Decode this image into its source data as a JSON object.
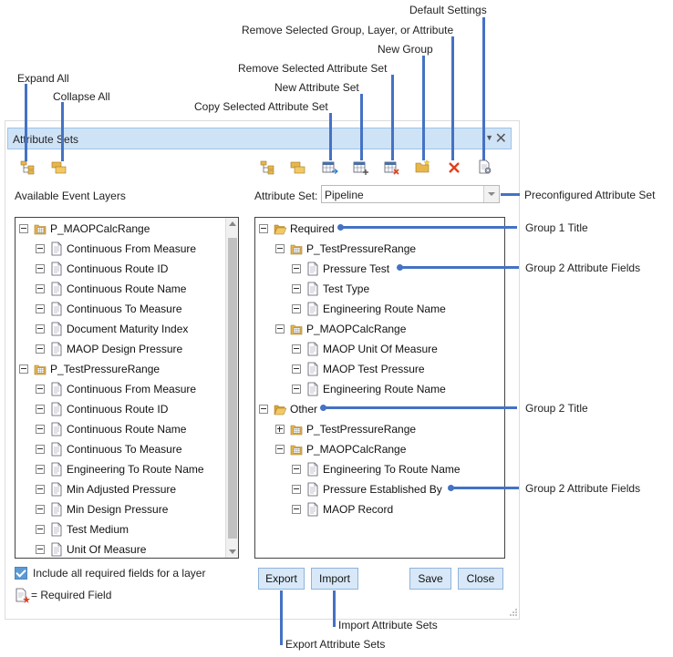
{
  "panel": {
    "title": "Attribute Sets",
    "available_layers_label": "Available Event Layers",
    "attribute_set_label": "Attribute Set:",
    "attribute_set_value": "Pipeline",
    "include_required_label": "Include all required fields for a layer",
    "required_field_legend": "= Required Field"
  },
  "buttons": {
    "export": "Export",
    "import": "Import",
    "save": "Save",
    "close": "Close"
  },
  "left_tree": [
    {
      "label": "P_MAOPCalcRange",
      "type": "layer",
      "toggle": "minus"
    },
    {
      "label": "Continuous From Measure",
      "type": "field"
    },
    {
      "label": "Continuous Route ID",
      "type": "field"
    },
    {
      "label": "Continuous Route Name",
      "type": "field"
    },
    {
      "label": "Continuous To Measure",
      "type": "field"
    },
    {
      "label": "Document Maturity Index",
      "type": "field"
    },
    {
      "label": "MAOP Design Pressure",
      "type": "field"
    },
    {
      "label": "P_TestPressureRange",
      "type": "layer",
      "toggle": "minus"
    },
    {
      "label": "Continuous From Measure",
      "type": "field"
    },
    {
      "label": "Continuous Route ID",
      "type": "field"
    },
    {
      "label": "Continuous Route Name",
      "type": "field"
    },
    {
      "label": "Continuous To Measure",
      "type": "field"
    },
    {
      "label": "Engineering To Route Name",
      "type": "field"
    },
    {
      "label": "Min Adjusted Pressure",
      "type": "field"
    },
    {
      "label": "Min Design Pressure",
      "type": "field"
    },
    {
      "label": "Test Medium",
      "type": "field"
    },
    {
      "label": "Unit Of Measure",
      "type": "field"
    }
  ],
  "right_tree": [
    {
      "label": "Required",
      "type": "group",
      "level": 0,
      "toggle": "minus"
    },
    {
      "label": "P_TestPressureRange",
      "type": "layer",
      "level": 1,
      "toggle": "minus"
    },
    {
      "label": "Pressure Test",
      "type": "field",
      "level": 2
    },
    {
      "label": "Test Type",
      "type": "field",
      "level": 2
    },
    {
      "label": "Engineering Route Name",
      "type": "field",
      "level": 2
    },
    {
      "label": "P_MAOPCalcRange",
      "type": "layer",
      "level": 1,
      "toggle": "minus"
    },
    {
      "label": "MAOP Unit Of Measure",
      "type": "field",
      "level": 2
    },
    {
      "label": "MAOP Test Pressure",
      "type": "field",
      "level": 2
    },
    {
      "label": "Engineering Route Name",
      "type": "field",
      "level": 2
    },
    {
      "label": "Other",
      "type": "group",
      "level": 0,
      "toggle": "minus"
    },
    {
      "label": "P_TestPressureRange",
      "type": "layer",
      "level": 1,
      "toggle": "plus"
    },
    {
      "label": "P_MAOPCalcRange",
      "type": "layer",
      "level": 1,
      "toggle": "minus"
    },
    {
      "label": "Engineering To Route Name",
      "type": "field",
      "level": 2
    },
    {
      "label": "Pressure Established By",
      "type": "field",
      "level": 2
    },
    {
      "label": "MAOP Record",
      "type": "field",
      "level": 2
    }
  ],
  "annotations": {
    "default_settings": "Default Settings",
    "remove_selected": "Remove Selected Group, Layer, or Attribute",
    "new_group": "New Group",
    "remove_attribute_set": "Remove Selected Attribute Set",
    "new_attribute_set": "New Attribute Set",
    "copy_attribute_set": "Copy Selected Attribute Set",
    "expand_all": "Expand All",
    "collapse_all": "Collapse All",
    "preconfigured": "Preconfigured Attribute Set",
    "group1_title": "Group 1  Title",
    "group2_fields_a": "Group 2 Attribute Fields",
    "group2_title": "Group 2  Title",
    "group2_fields_b": "Group 2 Attribute Fields",
    "import_sets": "Import Attribute Sets",
    "export_sets": "Export Attribute Sets"
  },
  "icons": {
    "expand_all": "expand-all-icon",
    "collapse_all": "collapse-all-icon",
    "copy_set": "copy-attribute-set-icon",
    "new_set": "new-attribute-set-icon",
    "remove_set": "remove-attribute-set-icon",
    "new_group": "new-group-icon",
    "remove_selected": "remove-selected-icon",
    "default_settings": "default-settings-icon"
  },
  "colors": {
    "accent": "#4472c4",
    "titlebar": "#cfe3f7",
    "button": "#d8e8f8",
    "folder": "#e8b64a",
    "remove": "#e0401c"
  }
}
